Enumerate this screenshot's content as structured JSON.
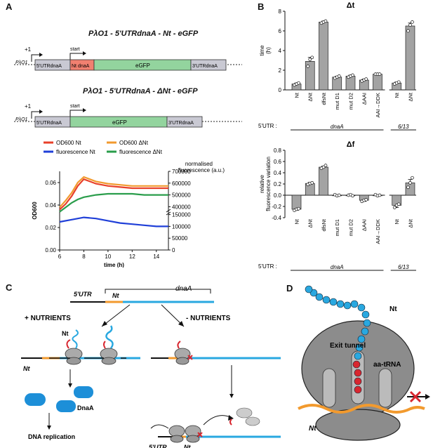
{
  "panels": {
    "a": "A",
    "b": "B",
    "c": "C",
    "d": "D"
  },
  "panel_a": {
    "construct1_title": "PλO1 - 5'UTRdnaA - Nt - eGFP",
    "construct2_title": "PλO1 - 5'UTRdnaA - ΔNt - eGFP",
    "plus_one": "+1",
    "start": "start",
    "promoter": "PλO1",
    "utr5": "5'UTRdnaA",
    "nt_box": "Nt dnaA",
    "egfp": "eGFP",
    "utr3": "3'UTRdnaA",
    "dots": "...."
  },
  "chart_data": [
    {
      "type": "line",
      "xlabel": "time (h)",
      "ylabel": "OD600",
      "y2label": "normalised fluorescence (a.u.)",
      "xlim": [
        6,
        15
      ],
      "ylim": [
        0.0,
        0.07
      ],
      "y2lim": [
        0,
        700000
      ],
      "x_ticks": [
        6,
        8,
        10,
        12,
        14
      ],
      "y_ticks": [
        0.0,
        0.02,
        0.04,
        0.06
      ],
      "y2_ticks": [
        0,
        50000,
        100000,
        150000,
        400000,
        500000,
        600000,
        700000
      ],
      "legend": [
        "OD600 Nt",
        "OD600 ΔNt",
        "fluorescence Nt",
        "fluorescence ΔNt"
      ],
      "series": [
        {
          "name": "OD600 Nt",
          "color": "#e8402a",
          "axis": "left",
          "x": [
            6,
            6.5,
            7,
            7.5,
            8,
            9,
            10,
            11,
            12,
            13,
            14,
            15
          ],
          "values": [
            0.036,
            0.041,
            0.048,
            0.057,
            0.063,
            0.059,
            0.057,
            0.056,
            0.055,
            0.055,
            0.055,
            0.055
          ]
        },
        {
          "name": "OD600 ΔNt",
          "color": "#f29a2e",
          "axis": "left",
          "x": [
            6,
            6.5,
            7,
            7.5,
            8,
            9,
            10,
            11,
            12,
            13,
            14,
            15
          ],
          "values": [
            0.038,
            0.044,
            0.051,
            0.06,
            0.065,
            0.061,
            0.059,
            0.058,
            0.057,
            0.057,
            0.057,
            0.057
          ]
        },
        {
          "name": "fluorescence Nt",
          "color": "#1f3fd8",
          "axis": "left",
          "x": [
            6,
            7,
            8,
            9,
            10,
            11,
            12,
            13,
            14,
            15
          ],
          "values": [
            0.025,
            0.027,
            0.029,
            0.028,
            0.026,
            0.024,
            0.023,
            0.022,
            0.021,
            0.021
          ]
        },
        {
          "name": "fluorescence ΔNt",
          "color": "#2a9d4b",
          "axis": "left",
          "x": [
            6,
            6.5,
            7,
            7.5,
            8,
            9,
            10,
            11,
            12,
            13,
            14,
            15
          ],
          "values": [
            0.034,
            0.038,
            0.042,
            0.045,
            0.047,
            0.049,
            0.05,
            0.05,
            0.05,
            0.049,
            0.049,
            0.049
          ]
        }
      ]
    },
    {
      "type": "bar",
      "title": "Δt",
      "ylabel": "time (h)",
      "ylim": [
        0,
        8
      ],
      "y_ticks": [
        0,
        2,
        4,
        6,
        8
      ],
      "categories": [
        "Nt",
        "ΔNt",
        "dfsNt",
        "mut D1",
        "mut D2",
        "ΔAAI",
        "AAI→DDK",
        "Nt",
        "ΔNt"
      ],
      "values": [
        0.6,
        2.9,
        6.9,
        1.3,
        1.4,
        1.0,
        1.6,
        0.7,
        6.5
      ],
      "errors": [
        0.1,
        0.4,
        0.1,
        0.1,
        0.1,
        0.1,
        0.05,
        0.1,
        0.3
      ],
      "points": [
        [
          0.5,
          0.6,
          0.7
        ],
        [
          2.4,
          3.1,
          3.3
        ],
        [
          6.8,
          6.9,
          7.0
        ],
        [
          1.2,
          1.3,
          1.4
        ],
        [
          1.3,
          1.4,
          1.5
        ],
        [
          0.9,
          1.0,
          1.1
        ],
        [
          1.6,
          1.6,
          1.6
        ],
        [
          0.6,
          0.7,
          0.8
        ],
        [
          6.0,
          6.6,
          6.9
        ]
      ],
      "group_row_label": "5'UTR :",
      "groups": [
        {
          "label": "dnaA",
          "from": 0,
          "to": 6
        },
        {
          "label": "6/13",
          "from": 7,
          "to": 8
        }
      ]
    },
    {
      "type": "bar",
      "title": "Δf",
      "ylabel": "relative fluorescence variation",
      "ylim": [
        -0.4,
        0.8
      ],
      "y_ticks": [
        -0.4,
        -0.2,
        0.0,
        0.2,
        0.4,
        0.6,
        0.8
      ],
      "categories": [
        "Nt",
        "ΔNt",
        "dfsNt",
        "mut D1",
        "mut D2",
        "ΔAAI",
        "AAI→DDK",
        "Nt",
        "ΔNt"
      ],
      "values": [
        -0.25,
        0.21,
        0.5,
        0.0,
        0.0,
        -0.09,
        0.0,
        -0.18,
        0.22
      ],
      "errors": [
        0.02,
        0.02,
        0.02,
        0.0,
        0.0,
        0.02,
        0.0,
        0.04,
        0.06
      ],
      "points": [
        [
          -0.27,
          -0.25,
          -0.24
        ],
        [
          0.19,
          0.21,
          0.22
        ],
        [
          0.48,
          0.5,
          0.53
        ],
        [
          0.01,
          -0.01,
          0.0
        ],
        [
          0.0,
          0.01,
          -0.01
        ],
        [
          -0.11,
          -0.09,
          -0.08
        ],
        [
          0.01,
          -0.01,
          0.0
        ],
        [
          -0.22,
          -0.18,
          -0.16
        ],
        [
          0.14,
          0.22,
          0.31
        ]
      ],
      "group_row_label": "5'UTR :",
      "groups": [
        {
          "label": "dnaA",
          "from": 0,
          "to": 6
        },
        {
          "label": "6/13",
          "from": 7,
          "to": 8
        }
      ]
    }
  ],
  "panel_c": {
    "utr5": "5'UTR",
    "nt": "Nt",
    "dnaA": "dnaA",
    "plus_nutrients": "+ NUTRIENTS",
    "minus_nutrients": "- NUTRIENTS",
    "protein": "DnaA",
    "replication": "DNA replication"
  },
  "panel_d": {
    "nt": "Nt",
    "exit_tunnel": "Exit tunnel",
    "aa_trna": "aa-tRNA"
  },
  "colors": {
    "orange": "#f29a2e",
    "blue": "#29a8e0",
    "red": "#d8262f",
    "gray": "#8c8c8c",
    "egfp": "#93d49e",
    "utr": "#c9c9d3",
    "nt_box": "#f08070"
  }
}
